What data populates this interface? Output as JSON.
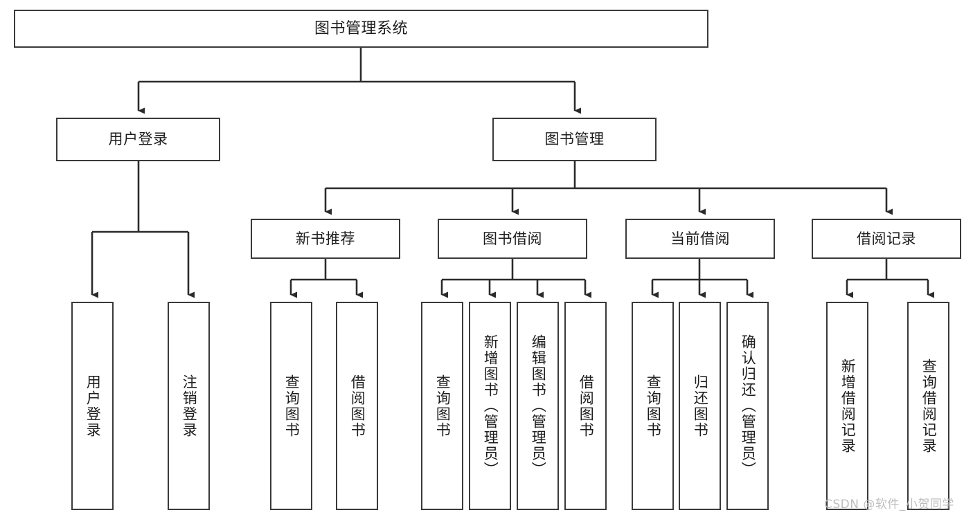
{
  "diagram": {
    "title": "图书管理系统",
    "type": "hierarchy-tree",
    "orientation": "top-down",
    "colors": {
      "box_border": "#3a3a3a",
      "box_fill": "#ffffff",
      "edge": "#2b2b2b",
      "text": "#1d1d1d",
      "background": "#ffffff",
      "watermark": "#b9b9b9"
    }
  },
  "nodes": {
    "root": {
      "label": "图书管理系统"
    },
    "level2": [
      {
        "id": "user-login",
        "label": "用户登录"
      },
      {
        "id": "book-manage",
        "label": "图书管理"
      }
    ],
    "level3": [
      {
        "id": "new-book-recommend",
        "label": "新书推荐"
      },
      {
        "id": "book-borrow",
        "label": "图书借阅"
      },
      {
        "id": "current-borrow",
        "label": "当前借阅"
      },
      {
        "id": "borrow-record",
        "label": "借阅记录"
      }
    ],
    "leaves": {
      "user-login": [
        {
          "id": "leaf-user-login",
          "label": "用户登录"
        },
        {
          "id": "leaf-user-logout",
          "label": "注销登录"
        }
      ],
      "new-book-recommend": [
        {
          "id": "leaf-query-book-1",
          "label": "查询图书"
        },
        {
          "id": "leaf-borrow-book-1",
          "label": "借阅图书"
        }
      ],
      "book-borrow": [
        {
          "id": "leaf-query-book-2",
          "label": "查询图书"
        },
        {
          "id": "leaf-add-book",
          "label": "新增图书（管理员）"
        },
        {
          "id": "leaf-edit-book",
          "label": "编辑图书（管理员）"
        },
        {
          "id": "leaf-borrow-book-2",
          "label": "借阅图书"
        }
      ],
      "current-borrow": [
        {
          "id": "leaf-query-book-3",
          "label": "查询图书"
        },
        {
          "id": "leaf-return-book",
          "label": "归还图书"
        },
        {
          "id": "leaf-confirm-return",
          "label": "确认归还（管理员）"
        }
      ],
      "borrow-record": [
        {
          "id": "leaf-add-record",
          "label": "新增借阅记录"
        },
        {
          "id": "leaf-query-record",
          "label": "查询借阅记录"
        }
      ]
    }
  },
  "watermark": {
    "text": "CSDN @软件_小贺同学"
  }
}
